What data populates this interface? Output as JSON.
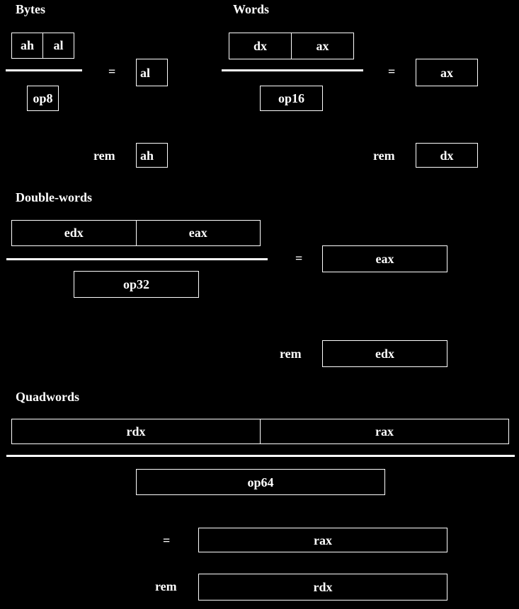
{
  "bytes": {
    "heading": "Bytes",
    "dividend": [
      "ah",
      "al"
    ],
    "divisor": "op8",
    "equals": "=",
    "quotient": "al",
    "rem_label": "rem",
    "remainder": "ah"
  },
  "words": {
    "heading": "Words",
    "dividend": [
      "dx",
      "ax"
    ],
    "divisor": "op16",
    "equals": "=",
    "quotient": "ax",
    "rem_label": "rem",
    "remainder": "dx"
  },
  "dwords": {
    "heading": "Double-words",
    "dividend": [
      "edx",
      "eax"
    ],
    "divisor": "op32",
    "equals": "=",
    "quotient": "eax",
    "rem_label": "rem",
    "remainder": "edx"
  },
  "qwords": {
    "heading": "Quadwords",
    "dividend": [
      "rdx",
      "rax"
    ],
    "divisor": "op64",
    "equals": "=",
    "quotient": "rax",
    "rem_label": "rem",
    "remainder": "rdx"
  },
  "colors": {
    "background": "#000000",
    "foreground": "#ffffff"
  }
}
